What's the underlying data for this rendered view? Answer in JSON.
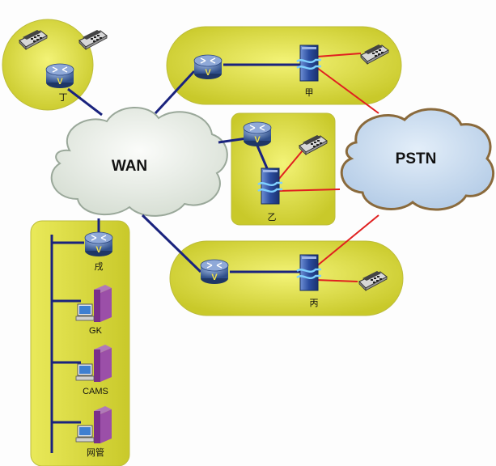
{
  "clouds": {
    "wan": "WAN",
    "pstn": "PSTN"
  },
  "sites": {
    "ding": "丁",
    "jia": "甲",
    "yi": "乙",
    "bing": "丙",
    "wu": "戌"
  },
  "servers": {
    "gk": "GK",
    "cams": "CAMS",
    "nms": "网管"
  },
  "colors": {
    "zone_fill": "#d6d63c",
    "wan_cloud": "#e6ece6",
    "pstn_cloud": "#c9dcf0",
    "pstn_border": "#8a6a3c",
    "data_link": "#1a237e",
    "pstn_link": "#e02020",
    "router": "#3d5f9a",
    "switch": "#2c4f96"
  },
  "icons": [
    "telephone-icon",
    "router-icon",
    "voice-gateway-switch-icon",
    "server-pc-icon"
  ]
}
